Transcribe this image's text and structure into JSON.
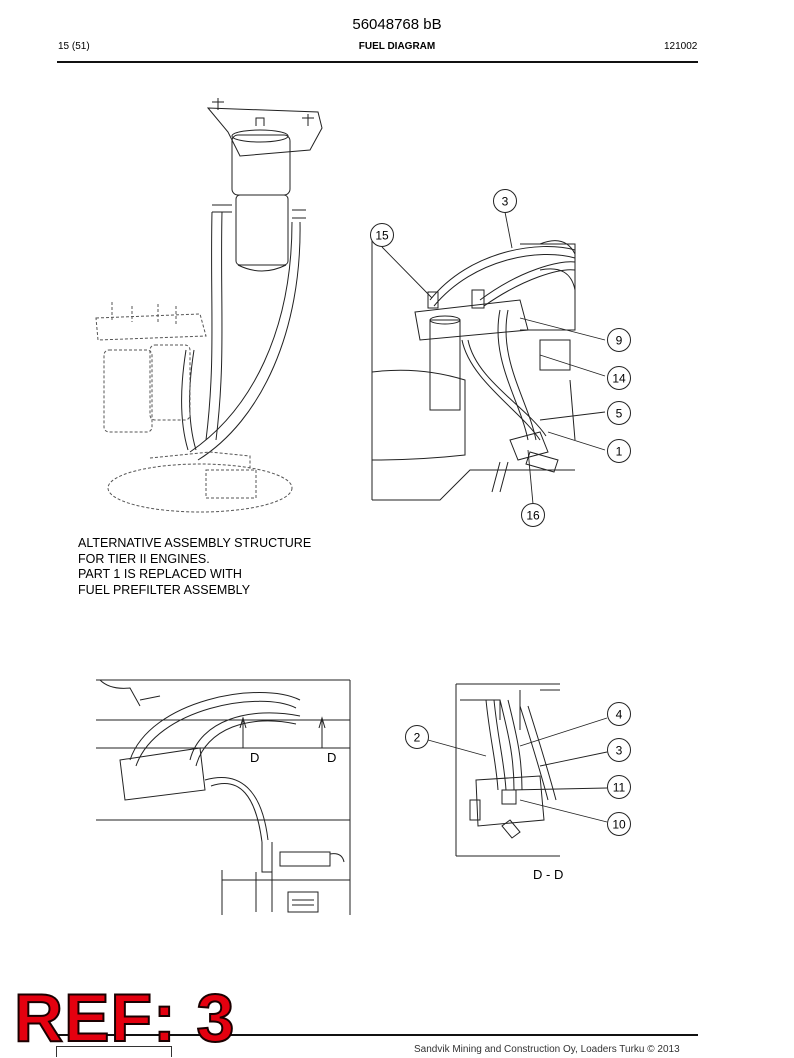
{
  "header": {
    "doc_id": "56048768 bB",
    "page": "15 (51)",
    "title": "FUEL DIAGRAM",
    "date": "121002"
  },
  "note_lines": [
    "ALTERNATIVE ASSEMBLY STRUCTURE",
    "FOR TIER II ENGINES.",
    "PART 1 IS REPLACED WITH",
    "FUEL PREFILTER ASSEMBLY"
  ],
  "figure_top_right": {
    "callouts": [
      "3",
      "15",
      "9",
      "14",
      "5",
      "1",
      "16"
    ]
  },
  "figure_bottom_left": {
    "section_marks": [
      "D",
      "D"
    ]
  },
  "figure_bottom_right": {
    "callouts": [
      "4",
      "2",
      "3",
      "11",
      "10"
    ],
    "view_label": "D - D"
  },
  "stamp": {
    "text": "REF: 3",
    "color": "#e4000f"
  },
  "footer": {
    "copyright": "Sandvik Mining and Construction Oy, Loaders Turku © 2013"
  }
}
